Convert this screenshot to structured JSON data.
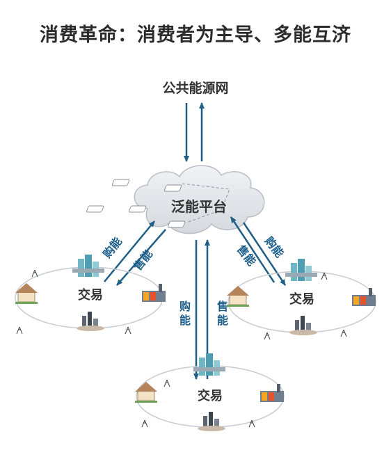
{
  "title": "消费革命：消费者为主导、多能互济",
  "grid_label": "公共能源网",
  "platform_label": "泛能平台",
  "nodes": [
    {
      "label": "交易"
    },
    {
      "label": "交易"
    },
    {
      "label": "交易"
    }
  ],
  "flows": {
    "left_buy": "购能",
    "left_sell": "售能",
    "right_sell": "售能",
    "right_buy": "购能",
    "center_buy": "购能",
    "center_sell": "售能"
  },
  "colors": {
    "arrow": "#1f5f86",
    "flow_text": "#1b5e8a",
    "cloud": "#dfe3e8",
    "ring": "#c8ccd1"
  }
}
